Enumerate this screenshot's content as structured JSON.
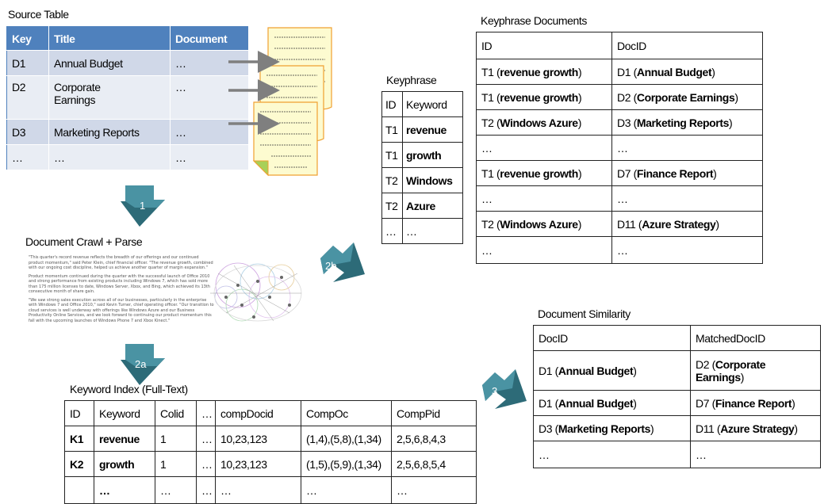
{
  "source_table": {
    "title": "Source Table",
    "headers": [
      "Key",
      "Title",
      "Document"
    ],
    "rows": [
      [
        "D1",
        "Annual Budget",
        "…"
      ],
      [
        "D2",
        "Corporate Earnings",
        "…"
      ],
      [
        "D3",
        "Marketing Reports",
        "…"
      ],
      [
        "…",
        "…",
        "…"
      ]
    ]
  },
  "steps": {
    "s1": "1",
    "s2a": "2a",
    "s2b": "2b",
    "s3": "3"
  },
  "crawl": {
    "title": "Document Crawl + Parse",
    "paragraphs": [
      "\"This quarter's record revenue reflects the breadth of our offerings and our continued product momentum,\" said Peter Klein, chief financial officer. \"The revenue growth, combined with our ongoing cost discipline, helped us achieve another quarter of margin expansion.\"",
      "Product momentum continued during the quarter with the successful launch of Office 2010 and strong performance from existing products including Windows 7, which has sold more than 175 million licenses to date, Windows Server, Xbox, and Bing, which achieved its 13th consecutive month of share gain.",
      "\"We saw strong sales execution across all of our businesses, particularly in the enterprise with Windows 7 and Office 2010,\" said Kevin Turner, chief operating officer. \"Our transition to cloud services is well underway with offerings like Windows Azure and our Business Productivity Online Services, and we look forward to continuing our product momentum this fall with the upcoming launches of Windows Phone 7 and Xbox Kinect.\""
    ]
  },
  "keyphrase": {
    "title": "Keyphrase",
    "headers": [
      "ID",
      "Keyword"
    ],
    "rows": [
      [
        "T1",
        "revenue"
      ],
      [
        "T1",
        "growth"
      ],
      [
        "T2",
        "Windows"
      ],
      [
        "T2",
        "Azure"
      ],
      [
        "…",
        "…"
      ]
    ]
  },
  "keyphrase_documents": {
    "title": "Keyphrase Documents",
    "headers": [
      "ID",
      "DocID"
    ],
    "rows": [
      [
        {
          "pre": "T1 (",
          "b": "revenue growth",
          "post": ")"
        },
        {
          "pre": "D1 (",
          "b": "Annual Budget",
          "post": ")"
        }
      ],
      [
        {
          "pre": "T1 (",
          "b": "revenue growth",
          "post": ")"
        },
        {
          "pre": "D2 (",
          "b": "Corporate Earnings",
          "post": ")"
        }
      ],
      [
        {
          "pre": "T2 (",
          "b": "Windows Azure",
          "post": ")"
        },
        {
          "pre": "D3 (",
          "b": "Marketing Reports",
          "post": ")"
        }
      ],
      [
        {
          "pre": "…",
          "b": "",
          "post": ""
        },
        {
          "pre": "…",
          "b": "",
          "post": ""
        }
      ],
      [
        {
          "pre": "T1 (",
          "b": "revenue growth",
          "post": ")"
        },
        {
          "pre": "D7 (",
          "b": "Finance Report",
          "post": ")"
        }
      ],
      [
        {
          "pre": "…",
          "b": "",
          "post": ""
        },
        {
          "pre": "…",
          "b": "",
          "post": ""
        }
      ],
      [
        {
          "pre": "T2 (",
          "b": "Windows Azure",
          "post": ")"
        },
        {
          "pre": "D11 (",
          "b": "Azure Strategy",
          "post": ")"
        }
      ],
      [
        {
          "pre": "…",
          "b": "",
          "post": ""
        },
        {
          "pre": "…",
          "b": "",
          "post": ""
        }
      ]
    ]
  },
  "document_similarity": {
    "title": "Document Similarity",
    "headers": [
      "DocID",
      "MatchedDocID"
    ],
    "rows": [
      [
        {
          "pre": "D1 (",
          "b": "Annual Budget",
          "post": ")"
        },
        {
          "pre": "D2 (",
          "b": "Corporate Earnings",
          "post": ")"
        }
      ],
      [
        {
          "pre": "D1 (",
          "b": "Annual Budget",
          "post": ")"
        },
        {
          "pre": "D7 (",
          "b": "Finance Report",
          "post": ")"
        }
      ],
      [
        {
          "pre": "D3 (",
          "b": "Marketing Reports",
          "post": ")"
        },
        {
          "pre": "D11 (",
          "b": "Azure Strategy",
          "post": ")"
        }
      ],
      [
        {
          "pre": "…",
          "b": "",
          "post": ""
        },
        {
          "pre": "…",
          "b": "",
          "post": ""
        }
      ]
    ]
  },
  "keyword_index": {
    "title": "Keyword Index (Full-Text)",
    "headers": [
      "ID",
      "Keyword",
      "Colid",
      "…",
      "compDocid",
      "CompOc",
      "CompPid"
    ],
    "rows": [
      [
        "K1",
        "revenue",
        "1",
        "…",
        "10,23,123",
        "(1,4),(5,8),(1,34)",
        "2,5,6,8,4,3"
      ],
      [
        "K2",
        "growth",
        "1",
        "…",
        "10,23,123",
        "(1,5),(5,9),(1,34)",
        "2,5,6,8,5,4"
      ],
      [
        "",
        "…",
        "…",
        "…",
        "…",
        "…",
        "…"
      ]
    ]
  },
  "colors": {
    "header_blue": "#4f81bd",
    "row_dark": "#d0d8e8",
    "row_light": "#e9edf4",
    "doc_fill": "#fdfbd0",
    "doc_border": "#f0a030",
    "doc_fold": "#a8d058",
    "arrow_gray": "#7f7f7f",
    "step_arrow": "#2d6b78"
  }
}
